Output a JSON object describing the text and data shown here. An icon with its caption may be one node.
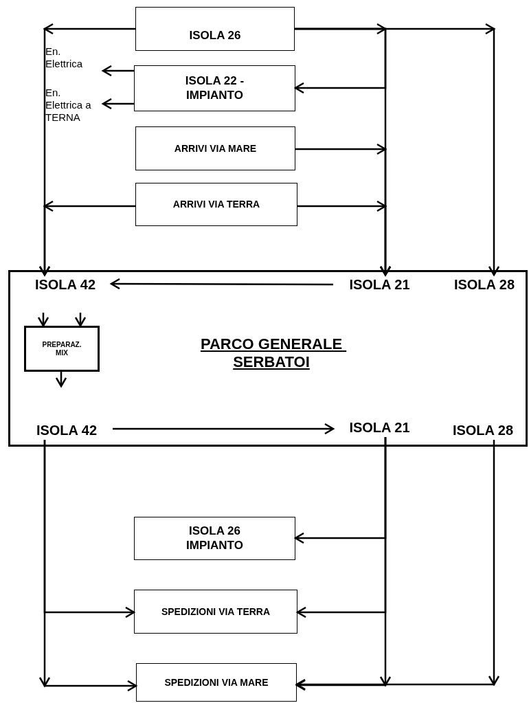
{
  "diagram": {
    "nodes": [
      {
        "text": [
          "ISOLA 26"
        ]
      },
      {
        "text": [
          "En. Elettrica"
        ]
      },
      {
        "text": [
          "ISOLA 22 - IMPIANTO"
        ]
      },
      {
        "text": [
          "En. Elettrica a TERNA"
        ]
      },
      {
        "text": [
          "ARRIVI VIA MARE"
        ]
      },
      {
        "text": [
          "ARRIVI VIA TERRA"
        ]
      },
      {
        "text": [
          "PARCO GENERALE SERBATOI"
        ]
      },
      {
        "text": [
          "ISOLA 42"
        ],
        "in": 6
      },
      {
        "text": [
          "ISOLA 21"
        ],
        "in": 6
      },
      {
        "text": [
          "ISOLA 28"
        ],
        "in": 6
      },
      {
        "text": [
          "PREPARAZ. MIX"
        ],
        "in": 6
      },
      {
        "text": [
          "ISOLA 42"
        ],
        "in": 6
      },
      {
        "text": [
          "ISOLA 21"
        ],
        "in": 6
      },
      {
        "text": [
          "ISOLA 28"
        ],
        "in": 6
      },
      {
        "text": [
          "ISOLA 26 IMPIANTO"
        ]
      },
      {
        "text": [
          "SPEDIZIONI VIA TERRA"
        ]
      },
      {
        "text": [
          "SPEDIZIONI VIA MARE"
        ]
      }
    ],
    "edges": [
      {
        "from": 0,
        "to": 7,
        "arrow": "to"
      },
      {
        "from": 0,
        "to": 8,
        "arrow": "to"
      },
      {
        "from": 0,
        "to": 9,
        "arrow": "to"
      },
      {
        "from": 0,
        "to": 2,
        "arrow": "to"
      },
      {
        "from": 2,
        "to": 1,
        "arrow": "to"
      },
      {
        "from": 2,
        "to": 3,
        "arrow": "to"
      },
      {
        "from": 4,
        "to": 8,
        "arrow": "to"
      },
      {
        "from": 5,
        "to": 7,
        "arrow": "to"
      },
      {
        "from": 5,
        "to": 8,
        "arrow": "to"
      },
      {
        "from": 8,
        "to": 7,
        "arrow": "to"
      },
      {
        "from": 11,
        "to": 12,
        "arrow": "to"
      },
      {
        "from": null,
        "to": 10,
        "arrow": "to"
      },
      {
        "from": null,
        "to": 10,
        "arrow": "to"
      },
      {
        "from": 10,
        "to": null,
        "arrow": "to"
      },
      {
        "from": 11,
        "to": 15,
        "arrow": "to"
      },
      {
        "from": 11,
        "to": 16,
        "arrow": "to"
      },
      {
        "from": 12,
        "to": 14,
        "arrow": "to"
      },
      {
        "from": 12,
        "to": 15,
        "arrow": "to"
      },
      {
        "from": 12,
        "to": 16,
        "arrow": "to"
      },
      {
        "from": 13,
        "to": 16,
        "arrow": "to"
      }
    ]
  }
}
